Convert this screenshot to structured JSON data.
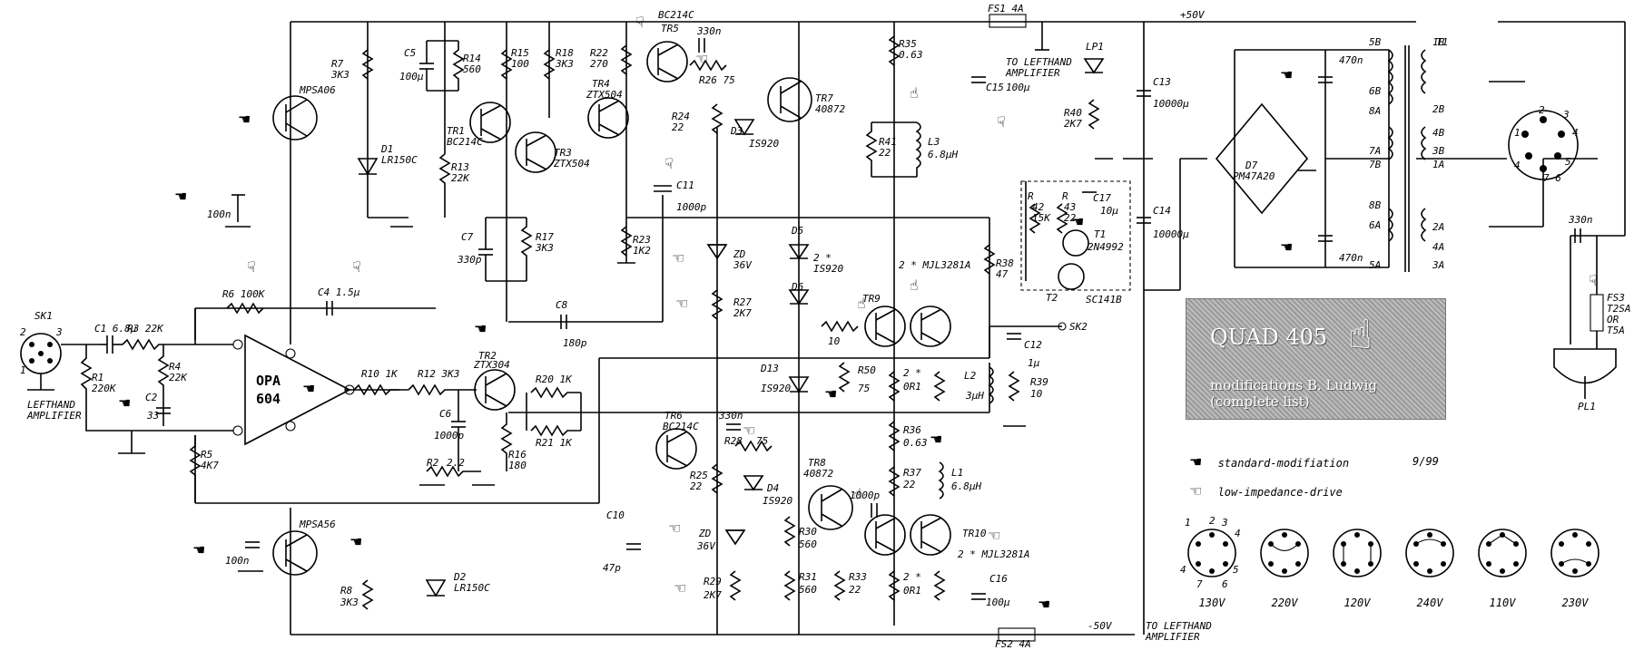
{
  "info_box": {
    "title": "QUAD 405",
    "subtitle_line1": "modifications B. Ludwig",
    "subtitle_line2": "(complete list)"
  },
  "legend": {
    "standard_label": "standard-modifiation",
    "date": "9/99",
    "lowimp_label": "low-impedance-drive",
    "standard_icon": "pointing-hand-black-icon",
    "lowimp_icon": "pointing-hand-white-icon"
  },
  "plugs": [
    "130V",
    "220V",
    "120V",
    "240V",
    "110V",
    "230V"
  ],
  "plug_pin_labels": [
    "1",
    "2",
    "3",
    "4",
    "5",
    "6",
    "7"
  ],
  "rails": {
    "positive": "+50V",
    "negative": "-50V",
    "fs1": "FS1 4A",
    "fs2": "FS2 4A"
  },
  "io": {
    "input_jack": "SK1",
    "input_note_1": "LEFTHAND",
    "input_note_2": "AMPLIFIER",
    "to_left_top_1": "TO LEFTHAND",
    "to_left_top_2": "AMPLIFIER",
    "to_left_bottom_1": "TO LEFTHAND",
    "to_left_bottom_2": "AMPLIFIER",
    "output": "SK2",
    "mains": "PL1",
    "fs3_1": "FS3",
    "fs3_2": "T2SA",
    "fs3_3": "OR",
    "fs3_4": "T5A"
  },
  "opamp": {
    "name_1": "OPA",
    "name_2": "604"
  },
  "components": [
    {
      "ref": "R7",
      "val": "3K3"
    },
    {
      "ref": "C5",
      "val": "100µ"
    },
    {
      "ref": "R14",
      "val": "560"
    },
    {
      "ref": "R15",
      "val": "100"
    },
    {
      "ref": "R18",
      "val": "3K3"
    },
    {
      "ref": "R22",
      "val": "270"
    },
    {
      "ref": "TR5",
      "val": "BC214C"
    },
    {
      "ref": "C",
      "val": "330n"
    },
    {
      "ref": "R26",
      "val": "75"
    },
    {
      "ref": "TR4",
      "val": "ZTX504"
    },
    {
      "ref": "TR7",
      "val": "40872"
    },
    {
      "ref": "R24",
      "val": "22"
    },
    {
      "ref": "D3",
      "val": "IS920"
    },
    {
      "ref": "MPSA06",
      "val": ""
    },
    {
      "ref": "D1",
      "val": "LR150C"
    },
    {
      "ref": "TR1",
      "val": "BC214C"
    },
    {
      "ref": "R13",
      "val": "22K"
    },
    {
      "ref": "TR3",
      "val": "ZTX504"
    },
    {
      "ref": "C11",
      "val": "1000p"
    },
    {
      "ref": "R23",
      "val": "1K2"
    },
    {
      "ref": "C7",
      "val": "330p"
    },
    {
      "ref": "R17",
      "val": "3K3"
    },
    {
      "ref": "ZD",
      "val": "36V"
    },
    {
      "ref": "D5",
      "val": "2 * IS920"
    },
    {
      "ref": "D6",
      "val": ""
    },
    {
      "ref": "R27",
      "val": "2K7"
    },
    {
      "ref": "C8",
      "val": "180p"
    },
    {
      "ref": "R6",
      "val": "100K"
    },
    {
      "ref": "C4",
      "val": "1.5µ"
    },
    {
      "ref": "C1",
      "val": "6.8µ"
    },
    {
      "ref": "R3",
      "val": "22K"
    },
    {
      "ref": "R1",
      "val": "220K"
    },
    {
      "ref": "R4",
      "val": "22K"
    },
    {
      "ref": "C2",
      "val": "33p"
    },
    {
      "ref": "R5",
      "val": "4K7"
    },
    {
      "ref": "R10",
      "val": "1K"
    },
    {
      "ref": "R12",
      "val": "3K3"
    },
    {
      "ref": "TR2",
      "val": "ZTX304"
    },
    {
      "ref": "C6",
      "val": "1000p"
    },
    {
      "ref": "R20",
      "val": "1K"
    },
    {
      "ref": "R21",
      "val": "1K"
    },
    {
      "ref": "R16",
      "val": "180"
    },
    {
      "ref": "R2",
      "val": "2.2"
    },
    {
      "ref": "D13",
      "val": "IS920"
    },
    {
      "ref": "R50",
      "val": "75"
    },
    {
      "ref": "TR6",
      "val": "BC214C"
    },
    {
      "ref": "R25",
      "val": "22"
    },
    {
      "ref": "R28",
      "val": "75"
    },
    {
      "ref": "D4",
      "val": "IS920"
    },
    {
      "ref": "TR8",
      "val": "40872"
    },
    {
      "ref": "C10",
      "val": "47p"
    },
    {
      "ref": "R30",
      "val": "560"
    },
    {
      "ref": "R31",
      "val": "560"
    },
    {
      "ref": "R29",
      "val": "2K7"
    },
    {
      "ref": "MPSA56",
      "val": ""
    },
    {
      "ref": "R8",
      "val": "3K3"
    },
    {
      "ref": "D2",
      "val": "LR150C"
    },
    {
      "ref": "R35",
      "val": "0.63"
    },
    {
      "ref": "R41",
      "val": "22"
    },
    {
      "ref": "L3",
      "val": "6.8µH"
    },
    {
      "ref": "TR9",
      "val": "2 * MJL3281A"
    },
    {
      "ref": "R38",
      "val": "47"
    },
    {
      "ref": "R36",
      "val": "0.63"
    },
    {
      "ref": "R37",
      "val": "22"
    },
    {
      "ref": "L1",
      "val": "6.8µH"
    },
    {
      "ref": "TR10",
      "val": "2 * MJL3281A"
    },
    {
      "ref": "R33",
      "val": "22"
    },
    {
      "ref": "C16",
      "val": "100µ"
    },
    {
      "ref": "C15",
      "val": "100µ"
    },
    {
      "ref": "LP1",
      "val": ""
    },
    {
      "ref": "R40",
      "val": "2K7"
    },
    {
      "ref": "C13",
      "val": "10000µ"
    },
    {
      "ref": "C14",
      "val": "10000µ"
    },
    {
      "ref": "R42",
      "val": "15K"
    },
    {
      "ref": "R43",
      "val": "22"
    },
    {
      "ref": "C17",
      "val": "10µ"
    },
    {
      "ref": "T1",
      "val": "2N4992"
    },
    {
      "ref": "T2",
      "val": "SC141B"
    },
    {
      "ref": "C12",
      "val": "1µ"
    },
    {
      "ref": "L2",
      "val": "3µH"
    },
    {
      "ref": "R39",
      "val": "10"
    },
    {
      "ref": "D7",
      "val": "PM47A20"
    },
    {
      "ref": "T1",
      "val": ""
    },
    {
      "ref": "C",
      "val": "470n"
    },
    {
      "ref": "C",
      "val": "470n"
    },
    {
      "ref": "C",
      "val": "330n"
    }
  ],
  "winding_labels": [
    "5B",
    "6B",
    "8A",
    "7A",
    "7B",
    "8B",
    "6A",
    "5A",
    "1B",
    "2B",
    "4B",
    "3B",
    "1A",
    "2A",
    "4A",
    "3A"
  ]
}
